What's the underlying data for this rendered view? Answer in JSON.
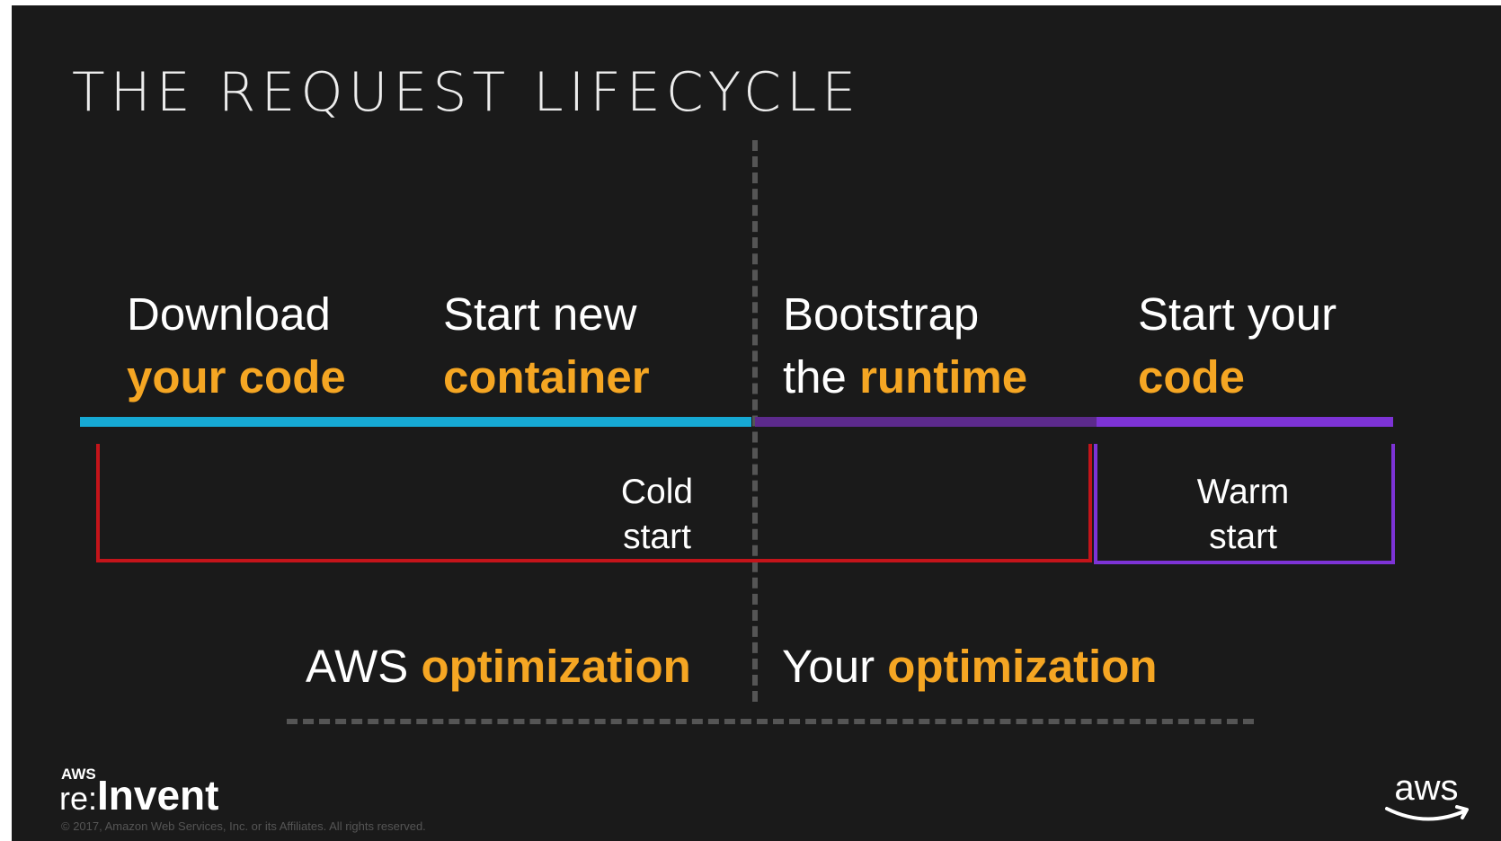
{
  "slide": {
    "title": "THE REQUEST LIFECYCLE",
    "steps": [
      {
        "line1": "Download",
        "line2": "your code"
      },
      {
        "line1": "Start new",
        "line2": "container"
      },
      {
        "line1_pre": "Bootstrap",
        "line2_pre": "the ",
        "line2": "runtime"
      },
      {
        "line1": "Start your",
        "line2": "code"
      }
    ],
    "cold_start": {
      "line1": "Cold",
      "line2": "start"
    },
    "warm_start": {
      "line1": "Warm",
      "line2": "start"
    },
    "aws_opt": {
      "pre": "AWS ",
      "hl": "optimization"
    },
    "your_opt": {
      "pre": "Your ",
      "hl": "optimization"
    },
    "footer": {
      "logo_small": "AWS",
      "logo_prefix": "re:",
      "logo_main": "Invent",
      "copyright": "© 2017, Amazon Web Services, Inc. or its Affiliates. All rights reserved.",
      "aws_logo": "aws"
    },
    "colors": {
      "background": "#1a1a1a",
      "highlight": "#f5a623",
      "aws_bar": "#16a9d4",
      "bootstrap_bar": "#5c2a8c",
      "start_code_bar": "#7d33d6",
      "cold_bracket": "#c4141a",
      "warm_bracket": "#7d33d6",
      "dashes": "#555555"
    }
  }
}
